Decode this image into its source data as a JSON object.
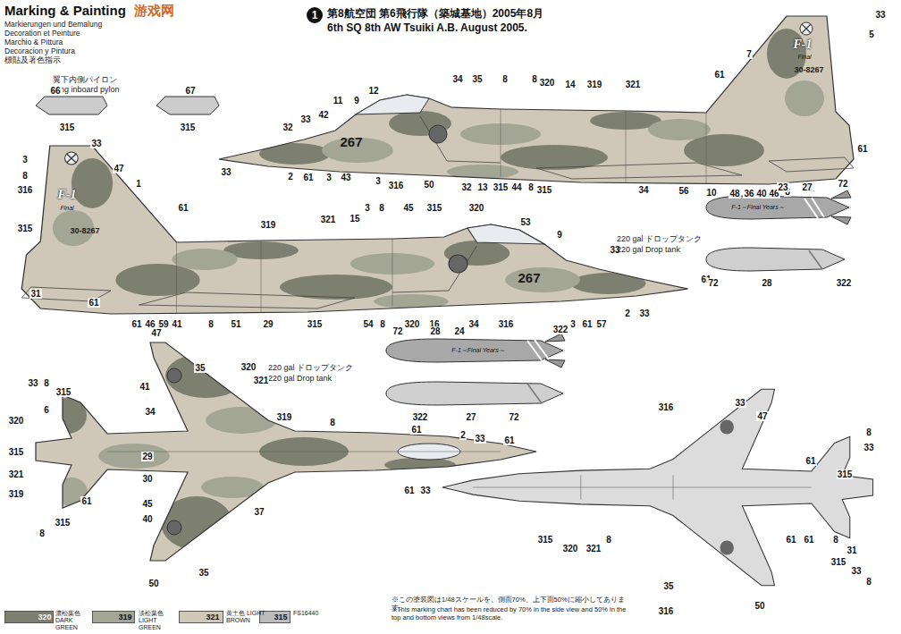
{
  "diagram": {
    "title": "Marking & Painting",
    "labels": [
      "游戏网",
      "Markierungen und Bemalung",
      "Decoration et Peinture",
      "Marchio & Pittura",
      "Decoracion y Pintura",
      "標貼及著色指示",
      "1",
      "第8航空団 第6飛行隊（築城基地）2005年8月",
      "6th SQ 8th AW Tsuiki A.B. August 2005.",
      "翼下内側パイロン",
      "Wing inboard pylon",
      "66",
      "67",
      "315",
      "315",
      "33",
      "5",
      "61",
      "7",
      "8",
      "8",
      "320",
      "14",
      "319",
      "321",
      "34",
      "35",
      "12",
      "9",
      "11",
      "42",
      "33",
      "32",
      "33",
      "2",
      "61",
      "43",
      "3",
      "3",
      "316",
      "50",
      "32",
      "13",
      "315",
      "44",
      "8",
      "315",
      "34",
      "56",
      "10",
      "48",
      "36",
      "40",
      "46",
      "8",
      "31",
      "61",
      "267",
      "30-8267",
      "F-1",
      "Final",
      "33",
      "3",
      "8",
      "316",
      "47",
      "1",
      "61",
      "315",
      "319",
      "321",
      "15",
      "3",
      "8",
      "45",
      "315",
      "320",
      "53",
      "9",
      "33",
      "61",
      "31",
      "61",
      "61",
      "46",
      "59",
      "41",
      "8",
      "51",
      "29",
      "315",
      "54",
      "8",
      "320",
      "16",
      "34",
      "316",
      "3",
      "61",
      "57",
      "2",
      "33",
      "267",
      "30-8267",
      "F-1",
      "Final",
      "220 gal ドロップタンク",
      "220 gal Drop tank",
      "23",
      "27",
      "72",
      "F-1～Final Years～",
      "72",
      "28",
      "322",
      "72",
      "28",
      "24",
      "322",
      "F-1～Final Years～",
      "220 gal ドロップタンク",
      "220 gal Drop tank",
      "322",
      "27",
      "72",
      "47",
      "33",
      "8",
      "315",
      "6",
      "320",
      "315",
      "321",
      "319",
      "61",
      "315",
      "8",
      "35",
      "320",
      "321",
      "41",
      "34",
      "319",
      "8",
      "61",
      "2",
      "33",
      "61",
      "61",
      "33",
      "29",
      "30",
      "45",
      "40",
      "37",
      "35",
      "50",
      "316",
      "33",
      "47",
      "8",
      "33",
      "61",
      "315",
      "315",
      "320",
      "321",
      "8",
      "61",
      "61",
      "8",
      "31",
      "315",
      "33",
      "8",
      "35",
      "316",
      "50",
      "※この塗装図は1/48スケールを、側面70%、上下面50%に縮小してあります。",
      "※This marking chart has been reduced by 70% in the side view and 50% in the top and bottom views from 1/48scale.",
      "320",
      "319",
      "321",
      "315"
    ],
    "legend": [
      {
        "text": "濃松葉色 DARK GREEN",
        "color": "#7d8070"
      },
      {
        "text": "淡松葉色 LIGHT GREEN",
        "color": "#a3a695"
      },
      {
        "text": "黄土色 LIGHT BROWN",
        "color": "#cfc8b8"
      },
      {
        "text": "FS16440",
        "color": "#bcbcbc"
      }
    ]
  }
}
